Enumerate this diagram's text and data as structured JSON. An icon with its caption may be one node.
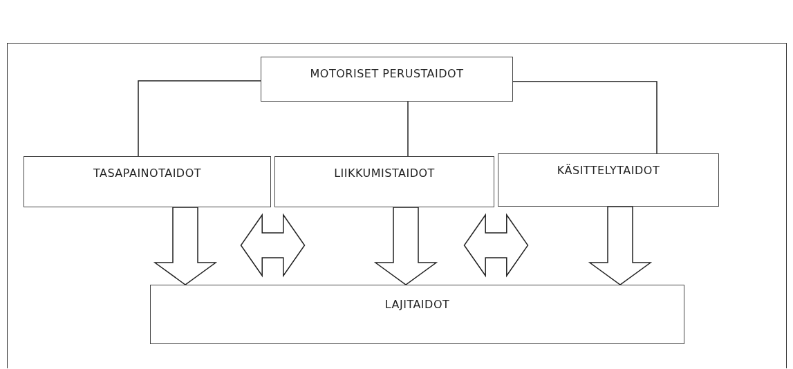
{
  "diagram": {
    "nodes": [
      {
        "text": [
          "MOTORISET PERUSTAIDOT"
        ]
      },
      {
        "text": [
          "TASAPAINOTAIDOT"
        ]
      },
      {
        "text": [
          "LIIKKUMISTAIDOT"
        ]
      },
      {
        "text": [
          "KÄSITTELYTAIDOT"
        ]
      },
      {
        "text": [
          "LAJITAIDOT"
        ]
      }
    ],
    "edges": [
      {
        "from": 0,
        "to": 1,
        "arrow": "none"
      },
      {
        "from": 0,
        "to": 2,
        "arrow": "none"
      },
      {
        "from": 0,
        "to": 3,
        "arrow": "none"
      },
      {
        "from": 1,
        "to": 4,
        "arrow": "to"
      },
      {
        "from": 1,
        "to": 2,
        "arrow": "both"
      },
      {
        "from": 2,
        "to": 4,
        "arrow": "to"
      },
      {
        "from": 2,
        "to": 3,
        "arrow": "both"
      },
      {
        "from": 3,
        "to": 4,
        "arrow": "to"
      }
    ]
  }
}
